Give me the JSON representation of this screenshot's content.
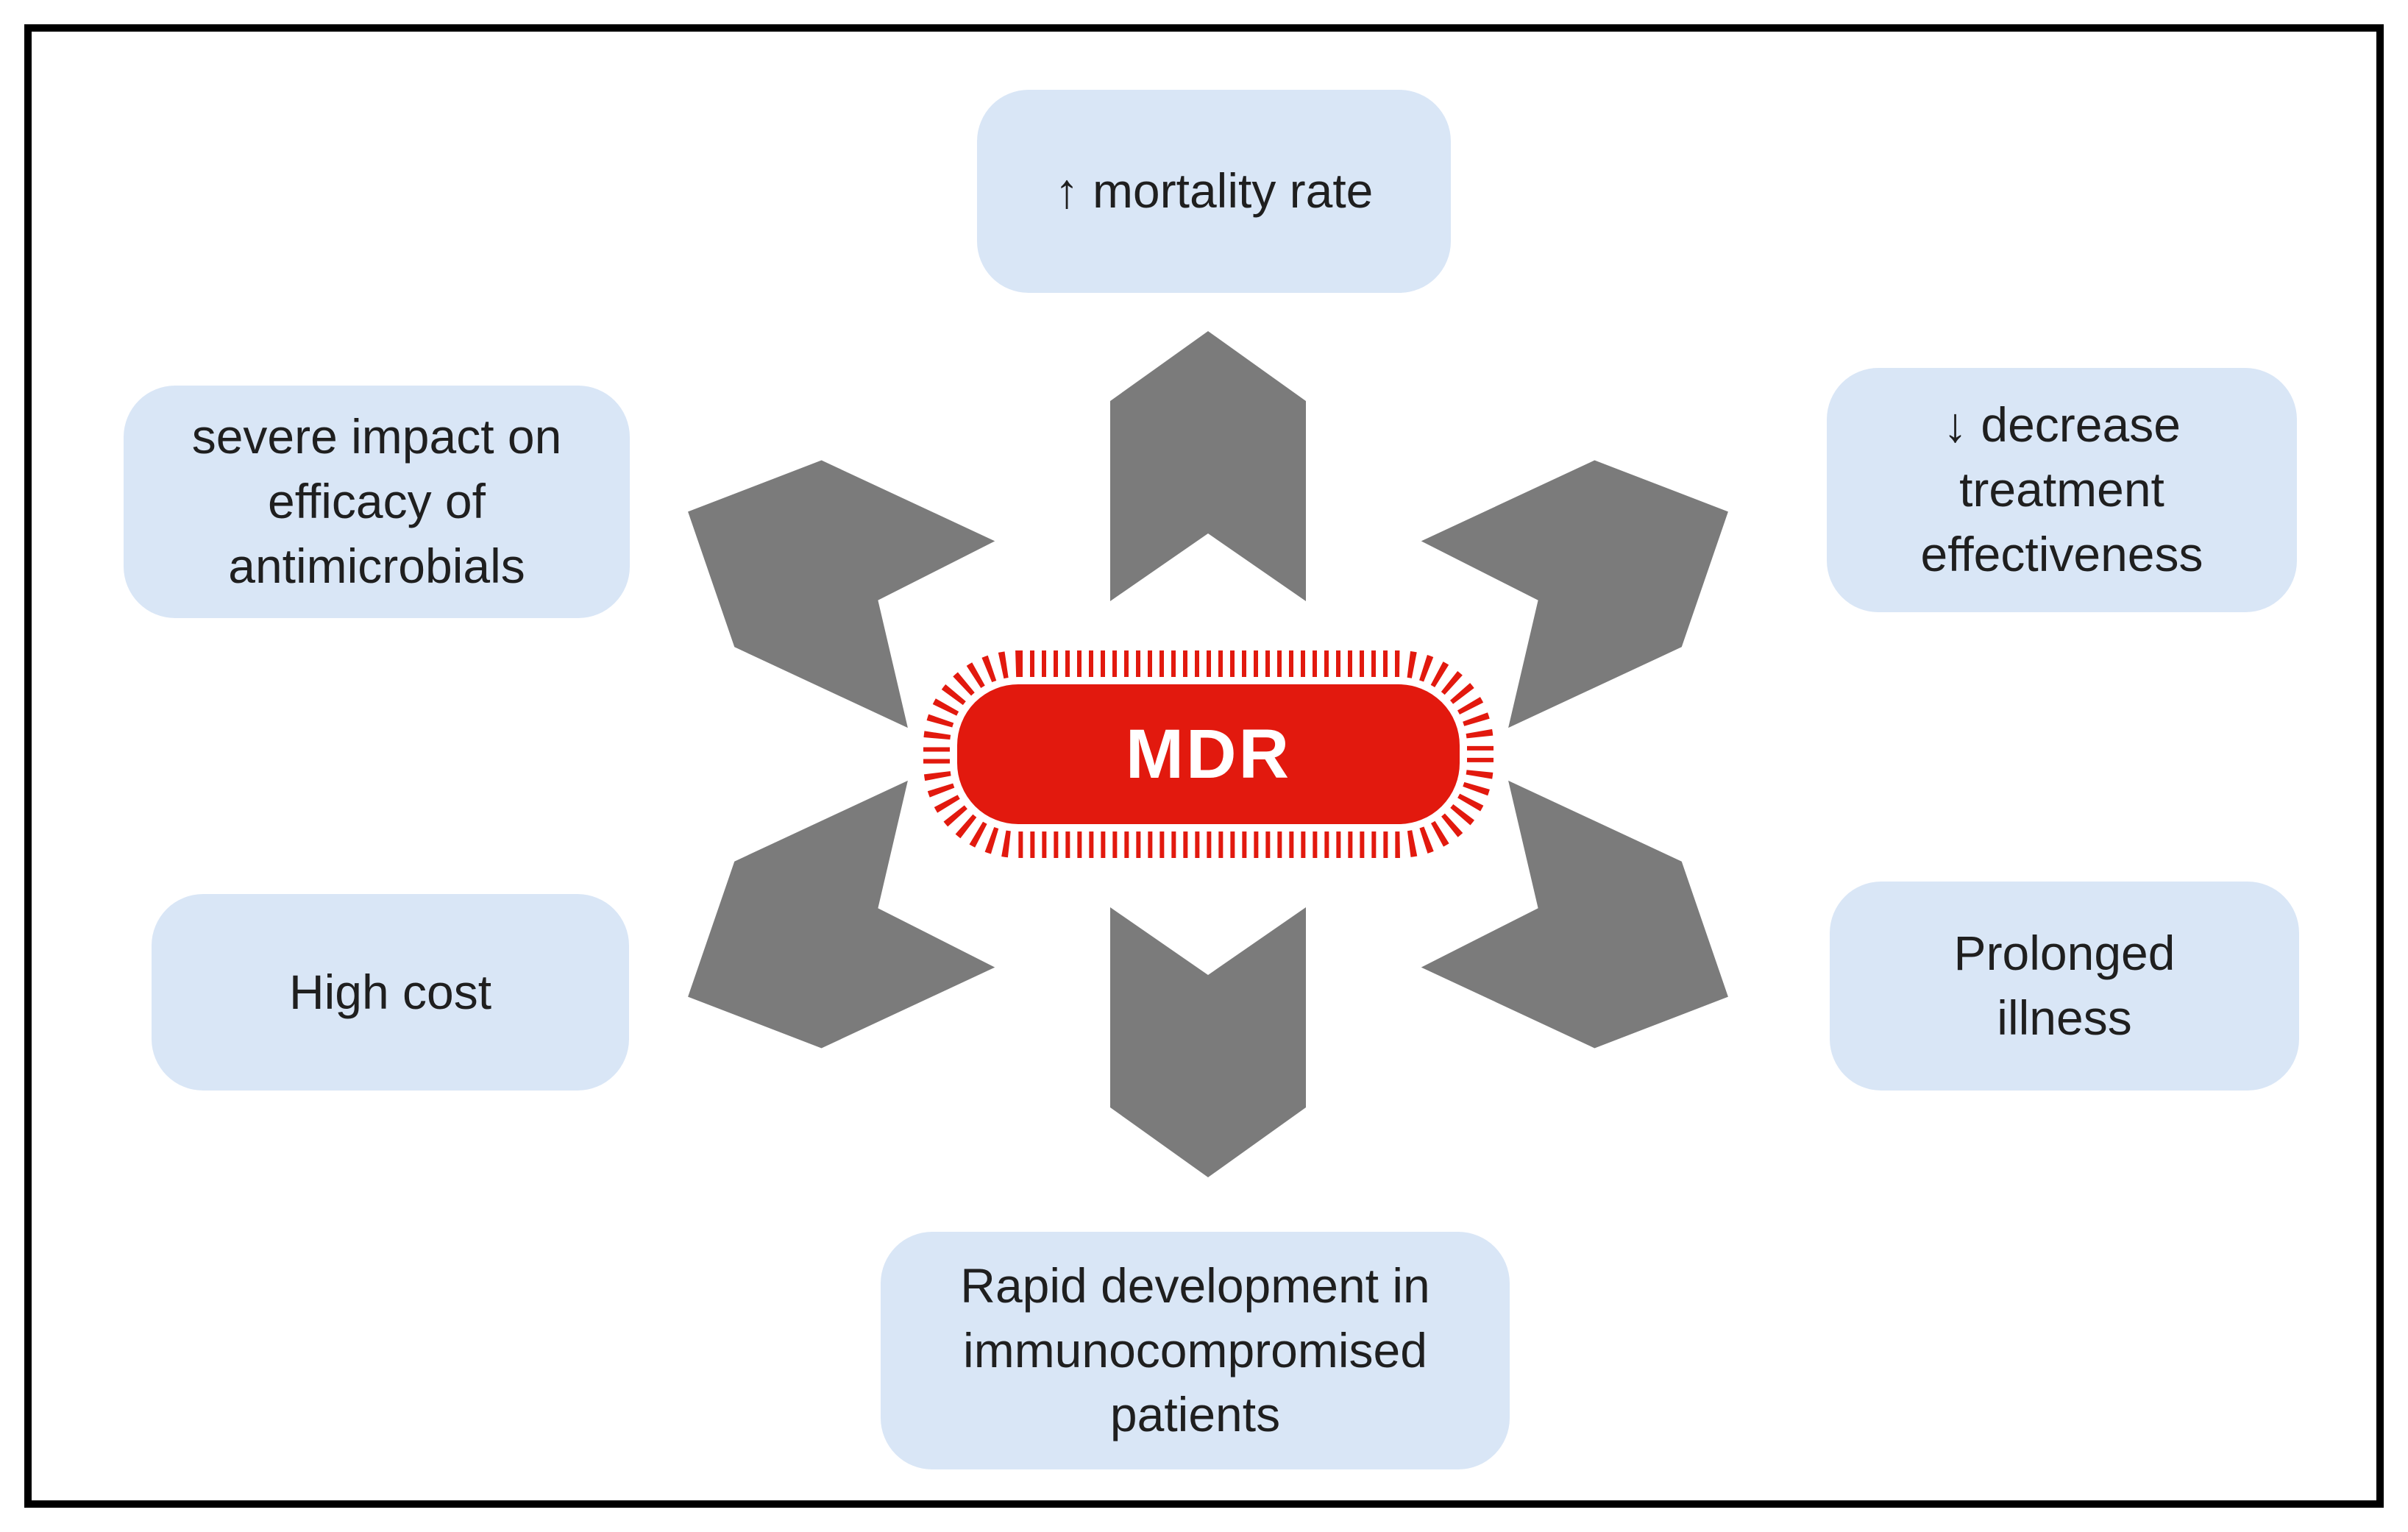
{
  "diagram": {
    "center": {
      "label": "MDR"
    },
    "colors": {
      "capsule_red": "#e2190e",
      "arrow_gray": "#7b7b7b",
      "box_blue": "#d9e6f6",
      "text_dark": "#1f1f1f",
      "frame_black": "#000000"
    },
    "boxes": [
      {
        "position": "top",
        "label": "↑ mortality rate"
      },
      {
        "position": "top-right",
        "label": "↓ decrease\ntreatment\neffectiveness"
      },
      {
        "position": "right",
        "label": "Prolonged\nillness"
      },
      {
        "position": "bottom",
        "label": "Rapid development in\nimmunocompromised\npatients"
      },
      {
        "position": "left",
        "label": "High cost"
      },
      {
        "position": "top-left",
        "label": "severe impact on\nefficacy of\nantimicrobials"
      }
    ],
    "icons": [
      "arrow-up-icon",
      "arrow-up-right-icon",
      "arrow-down-right-icon",
      "arrow-down-icon",
      "arrow-down-left-icon",
      "arrow-up-left-icon"
    ]
  }
}
